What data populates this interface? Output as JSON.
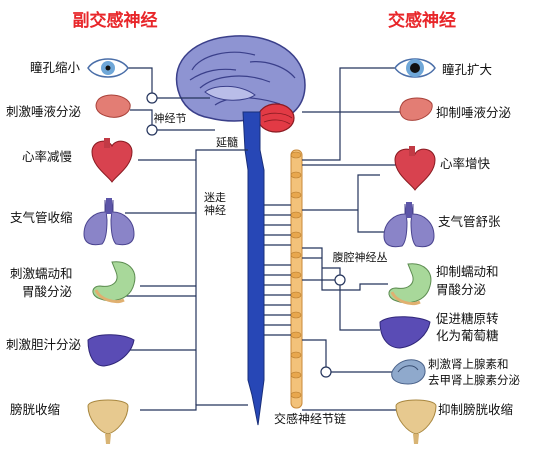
{
  "titles": {
    "left": "副交感神经",
    "right": "交感神经"
  },
  "left_labels": {
    "pupil": "瞳孔缩小",
    "saliva": "刺激唾液分泌",
    "heart": "心率减慢",
    "bronchi": "支气管收缩",
    "stomach_line1": "刺激蠕动和",
    "stomach_line2": "胃酸分泌",
    "bile": "刺激胆汁分泌",
    "bladder": "膀胱收缩"
  },
  "right_labels": {
    "pupil": "瞳孔扩大",
    "saliva": "抑制唾液分泌",
    "heart": "心率增快",
    "bronchi": "支气管舒张",
    "stomach_line1": "抑制蠕动和",
    "stomach_line2": "胃酸分泌",
    "liver_line1": "促进糖原转",
    "liver_line2": "化为葡萄糖",
    "adrenal_line1": "刺激肾上腺素和",
    "adrenal_line2": "去甲肾上腺素分泌",
    "bladder": "抑制膀胱收缩"
  },
  "center_labels": {
    "ganglion": "神经节",
    "medulla": "延髓",
    "vagus_line1": "迷走",
    "vagus_line2": "神经",
    "celiac": "腹腔神经丛",
    "chain": "交感神经节链"
  },
  "colors": {
    "title": "#e8262a",
    "line": "#24345c",
    "nerve": "#1f3f9e",
    "chain": "#f2c57a",
    "brain": "#7f86c8",
    "heart": "#d8424f",
    "lung": "#8a84c8",
    "stomach": "#a8d89a",
    "liver": "#5a4cb5",
    "bladder": "#e7c98f",
    "saliva": "#d9706a"
  }
}
